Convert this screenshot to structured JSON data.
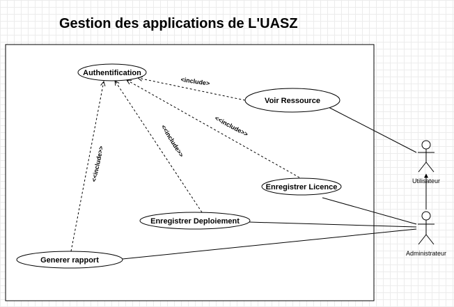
{
  "title": "Gestion des applications de L'UASZ",
  "use_cases": {
    "authentification": "Authentification",
    "voir_ressource": "Voir Ressource",
    "enregistrer_licence": "Enregistrer Licence",
    "enregistrer_deploiement": "Enregistrer Deploiement",
    "generer_rapport": "Generer rapport"
  },
  "actors": {
    "utilisateur": "Utilisateur",
    "administrateur": "Administrateur"
  },
  "relations": {
    "include_voir": "<include>",
    "include_licence": "<<include>>",
    "include_deploiement": "<<include>>",
    "include_rapport": "<<include>>"
  }
}
